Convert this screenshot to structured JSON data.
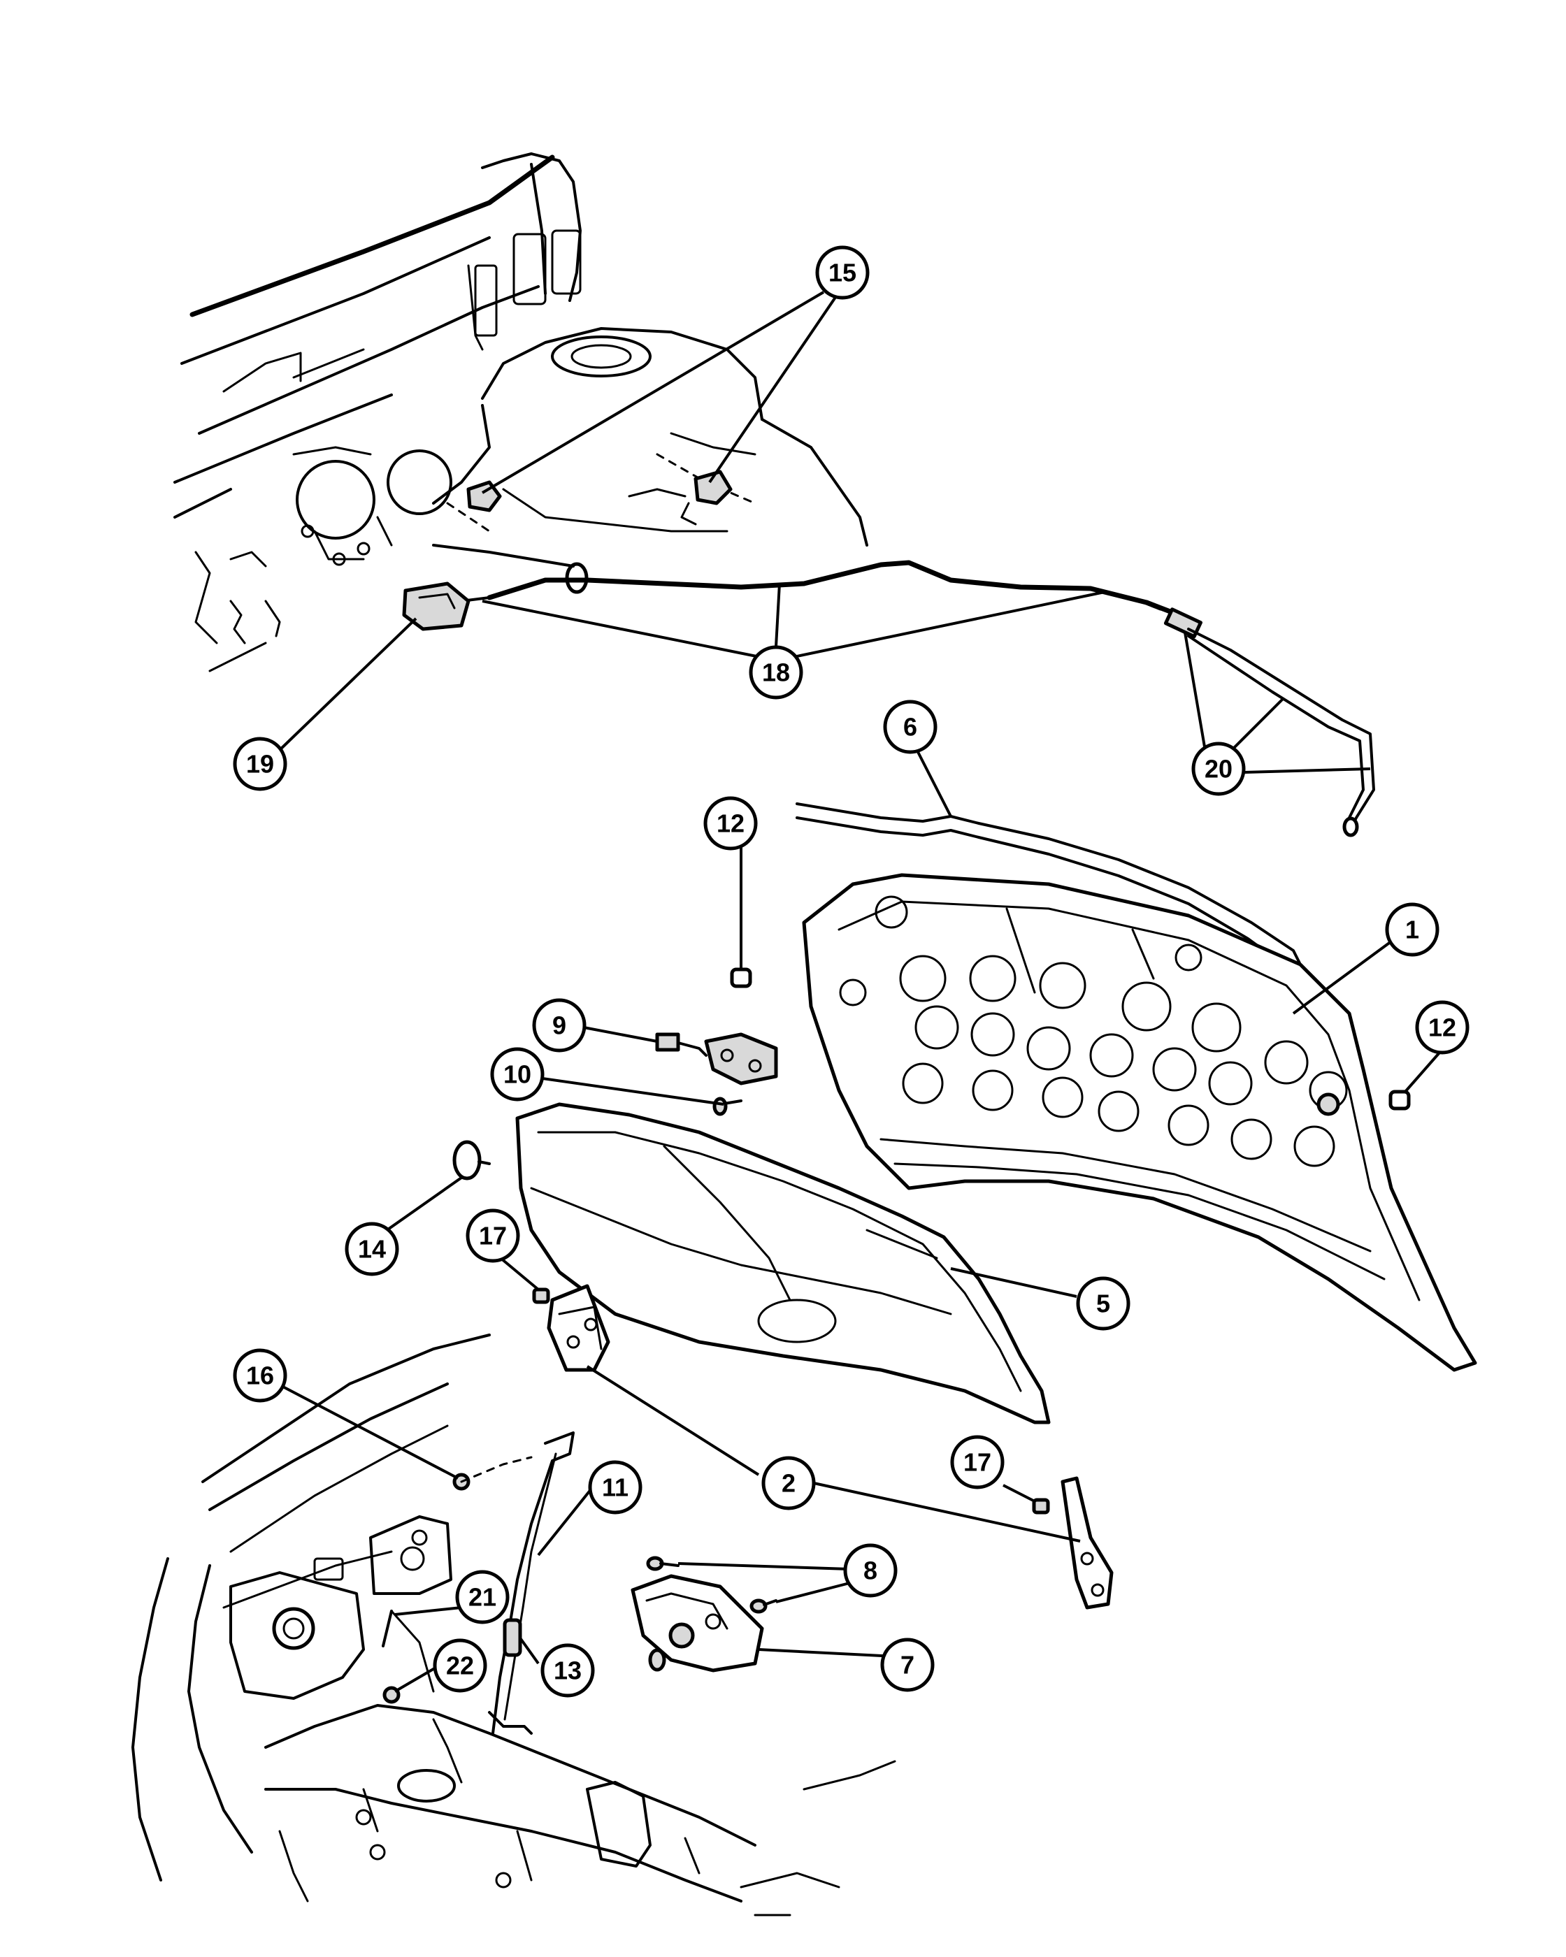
{
  "accent_color": "#000000",
  "callouts": [
    {
      "label": "1"
    },
    {
      "label": "2"
    },
    {
      "label": "5"
    },
    {
      "label": "6"
    },
    {
      "label": "7"
    },
    {
      "label": "8"
    },
    {
      "label": "9"
    },
    {
      "label": "10"
    },
    {
      "label": "11"
    },
    {
      "label": "12"
    },
    {
      "label": "12"
    },
    {
      "label": "13"
    },
    {
      "label": "14"
    },
    {
      "label": "15"
    },
    {
      "label": "16"
    },
    {
      "label": "17"
    },
    {
      "label": "17"
    },
    {
      "label": "18"
    },
    {
      "label": "19"
    },
    {
      "label": "20"
    },
    {
      "label": "21"
    },
    {
      "label": "22"
    }
  ]
}
